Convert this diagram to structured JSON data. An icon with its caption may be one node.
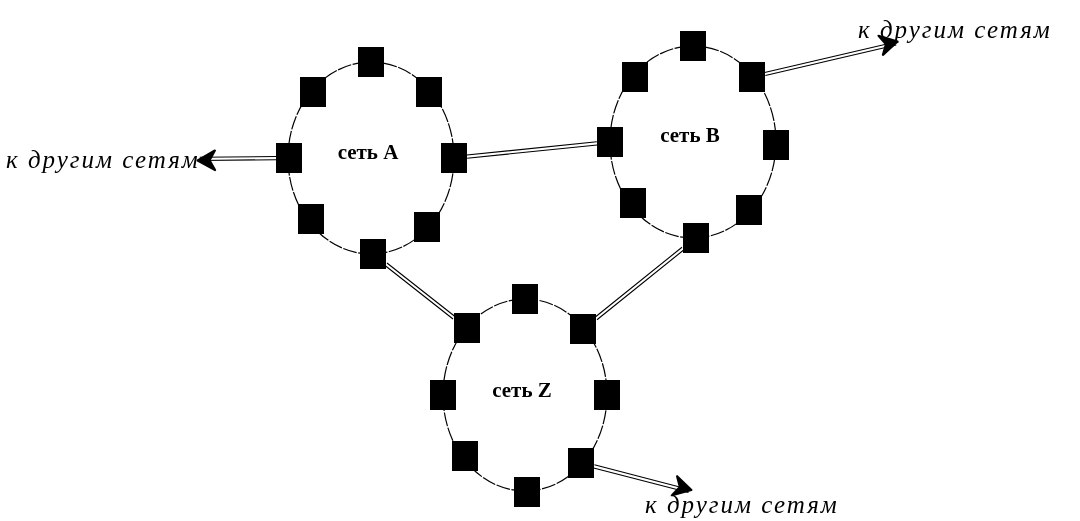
{
  "diagram": {
    "nodes": [
      {
        "text": [
          "сеть A"
        ]
      },
      {
        "text": [],
        "shape": "box",
        "in": 0
      },
      {
        "text": [],
        "shape": "box",
        "in": 0
      },
      {
        "text": [],
        "shape": "box",
        "in": 0
      },
      {
        "text": [],
        "shape": "box",
        "in": 0
      },
      {
        "text": [],
        "shape": "box",
        "in": 0
      },
      {
        "text": [],
        "shape": "box",
        "in": 0
      },
      {
        "text": [],
        "shape": "box",
        "in": 0
      },
      {
        "text": [],
        "shape": "box",
        "in": 0
      },
      {
        "text": [
          "сеть B"
        ]
      },
      {
        "text": [],
        "shape": "box",
        "in": 9
      },
      {
        "text": [],
        "shape": "box",
        "in": 9
      },
      {
        "text": [],
        "shape": "box",
        "in": 9
      },
      {
        "text": [],
        "shape": "box",
        "in": 9
      },
      {
        "text": [],
        "shape": "box",
        "in": 9
      },
      {
        "text": [],
        "shape": "box",
        "in": 9
      },
      {
        "text": [],
        "shape": "box",
        "in": 9
      },
      {
        "text": [],
        "shape": "box",
        "in": 9
      },
      {
        "text": [
          "сеть Z"
        ]
      },
      {
        "text": [],
        "shape": "box",
        "in": 18
      },
      {
        "text": [],
        "shape": "box",
        "in": 18
      },
      {
        "text": [],
        "shape": "box",
        "in": 18
      },
      {
        "text": [],
        "shape": "box",
        "in": 18
      },
      {
        "text": [],
        "shape": "box",
        "in": 18
      },
      {
        "text": [],
        "shape": "box",
        "in": 18
      },
      {
        "text": [],
        "shape": "box",
        "in": 18
      },
      {
        "text": [],
        "shape": "box",
        "in": 18
      },
      {
        "text": [
          "к другим сетям"
        ]
      },
      {
        "text": [
          "к другим сетям"
        ]
      },
      {
        "text": [
          "к другим сетям"
        ]
      }
    ],
    "edges": [
      {
        "from": 5,
        "to": 13,
        "arrow": "none"
      },
      {
        "from": 8,
        "to": 20,
        "arrow": "none"
      },
      {
        "from": 17,
        "to": 21,
        "arrow": "none"
      },
      {
        "from": 4,
        "to": 27,
        "arrow": "to"
      },
      {
        "from": 12,
        "to": 28,
        "arrow": "to"
      },
      {
        "from": 25,
        "to": 29,
        "arrow": "to"
      }
    ]
  }
}
